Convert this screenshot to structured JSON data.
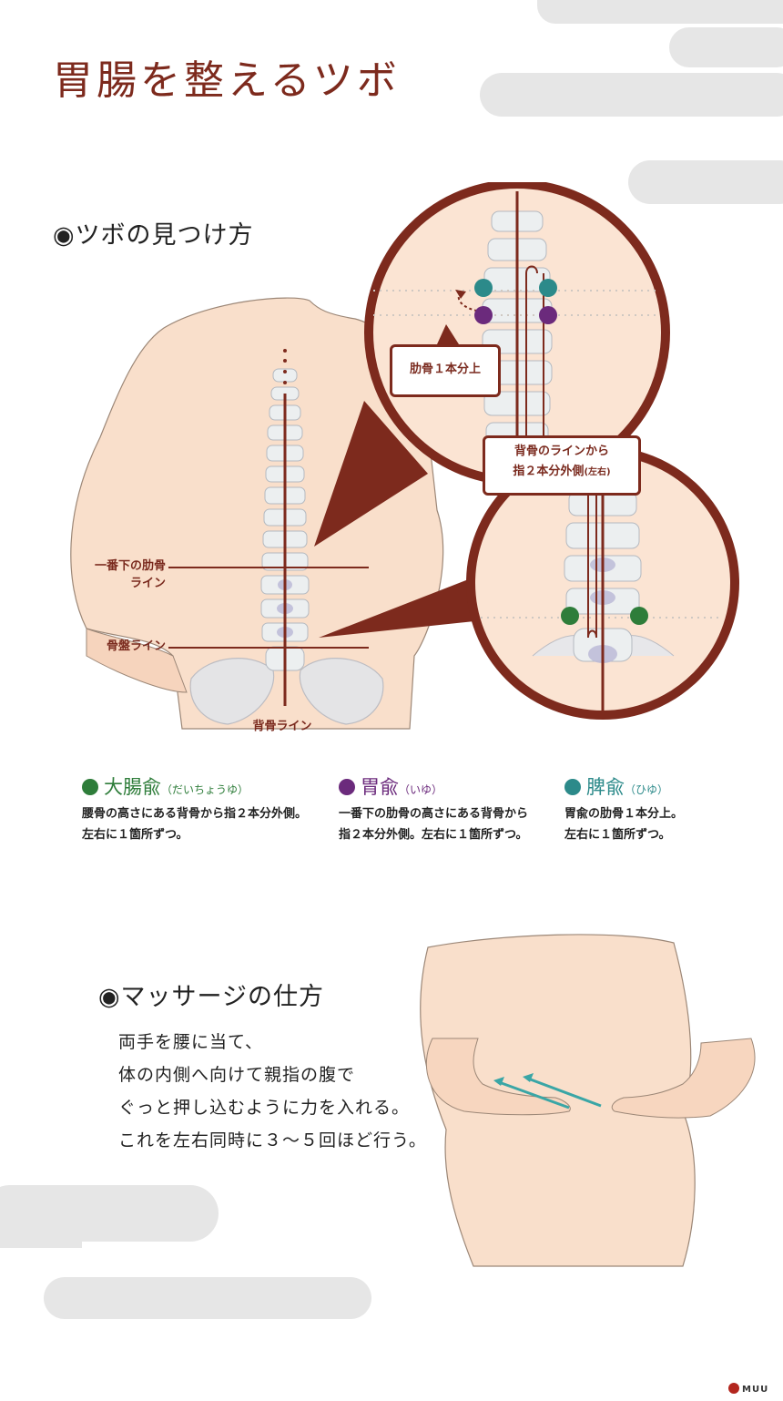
{
  "page": {
    "title": "胃腸を整えるツボ",
    "brand": "MUU"
  },
  "colors": {
    "accent": "#7d2a1d",
    "green": "#2e7d3a",
    "purple": "#6b2a7c",
    "teal": "#2c8a8a",
    "cloud": "#e6e6e6",
    "skin": "#f8dcc6"
  },
  "find_section": {
    "heading": "◉ツボの見つけ方",
    "labels": {
      "lowest_rib_line_1": "一番下の肋骨",
      "lowest_rib_line_2": "ライン",
      "pelvis_line": "骨盤ライン",
      "spine_line": "背骨ライン"
    },
    "callouts": {
      "rib_one_up": "肋骨１本分上",
      "spine_offset_1": "背骨のラインから",
      "spine_offset_2": "指２本分外側",
      "spine_offset_small": "(左右)"
    }
  },
  "tsubo": [
    {
      "name": "大腸兪",
      "reading": "（だいちょうゆ）",
      "desc_1": "腰骨の高さにある背骨から指２本分外側。",
      "desc_2": "左右に１箇所ずつ。",
      "color": "#2e7d3a"
    },
    {
      "name": "胃兪",
      "reading": "（いゆ）",
      "desc_1": "一番下の肋骨の高さにある背骨から",
      "desc_2": "指２本分外側。左右に１箇所ずつ。",
      "color": "#6b2a7c"
    },
    {
      "name": "脾兪",
      "reading": "（ひゆ）",
      "desc_1": "胃兪の肋骨１本分上。",
      "desc_2": "左右に１箇所ずつ。",
      "color": "#2c8a8a"
    }
  ],
  "massage_section": {
    "heading": "◉マッサージの仕方",
    "lines": [
      "両手を腰に当て、",
      "体の内側へ向けて親指の腹で",
      "ぐっと押し込むように力を入れる。",
      "これを左右同時に３〜５回ほど行う。"
    ]
  }
}
